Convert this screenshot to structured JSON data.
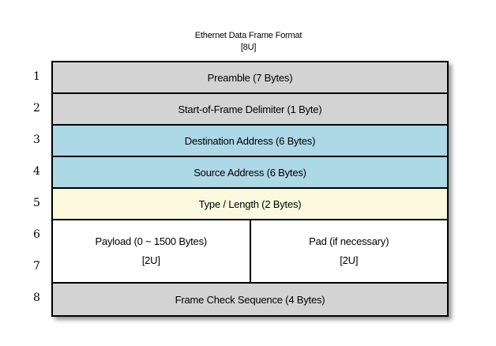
{
  "title": {
    "line1": "Ethernet Data Frame Format",
    "line2": "[8U]"
  },
  "colors": {
    "gray": "#d3d3d3",
    "blue": "#add8e6",
    "cream": "#fbfade",
    "white": "#ffffff",
    "border": "#000000"
  },
  "row_numbers": [
    "1",
    "2",
    "3",
    "4",
    "5",
    "6",
    "7",
    "8"
  ],
  "rows": [
    {
      "label": "Preamble (7 Bytes)",
      "color": "gray"
    },
    {
      "label": "Start-of-Frame Delimiter (1 Byte)",
      "color": "gray"
    },
    {
      "label": "Destination Address (6 Bytes)",
      "color": "blue"
    },
    {
      "label": "Source Address (6 Bytes)",
      "color": "blue"
    },
    {
      "label": "Type / Length (2 Bytes)",
      "color": "cream"
    }
  ],
  "payload_band": {
    "left": {
      "line1": "Payload (0 ~ 1500 Bytes)",
      "line2": "[2U]"
    },
    "right": {
      "line1": "Pad (if necessary)",
      "line2": "[2U]"
    }
  },
  "fcs_row": {
    "label": "Frame Check Sequence (4 Bytes)",
    "color": "gray"
  }
}
